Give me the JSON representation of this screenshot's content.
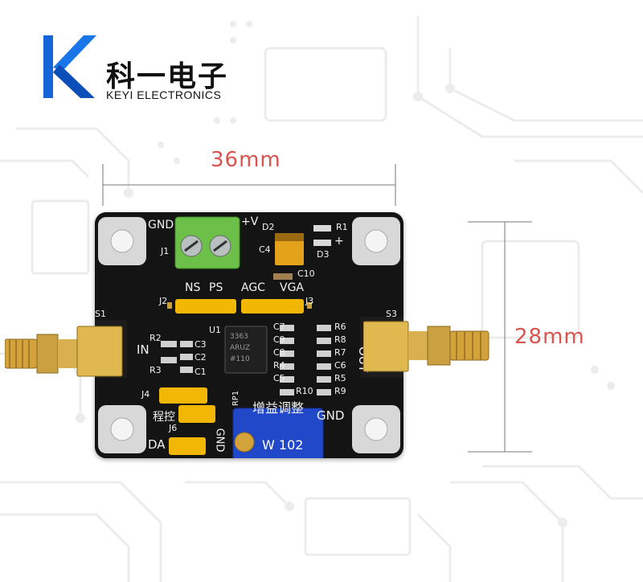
{
  "logo": {
    "cn": "科一电子",
    "en": "KEYI ELECTRONICS"
  },
  "dimensions": {
    "width": "36mm",
    "height": "28mm"
  },
  "board": {
    "title_cn": "增益调整",
    "labels": {
      "gnd_top": "GND",
      "plus_v": "+V",
      "d2": "D2",
      "r1": "R1",
      "d3": "D3",
      "plus": "+",
      "c4": "C4",
      "c10": "C10",
      "j1": "J1",
      "ns": "NS",
      "ps": "PS",
      "agc": "AGC",
      "vga": "VGA",
      "j2": "J2",
      "j3": "J3",
      "s1": "S1",
      "s3": "S3",
      "u1": "U1",
      "in": "IN",
      "out": "OUT",
      "r2": "R2",
      "r3": "R3",
      "c3": "C3",
      "c2": "C2",
      "c1": "C1",
      "c7": "C7",
      "c9": "C9",
      "c8": "C8",
      "r4": "R4",
      "c5": "C5",
      "r10": "R10",
      "r6": "R6",
      "r8": "R8",
      "r7": "R7",
      "c6": "C6",
      "r5": "R5",
      "r9": "R9",
      "j4": "J4",
      "cheng_kong": "程控",
      "rp1": "RP1",
      "j6": "J6",
      "da": "DA",
      "gnd_j6": "GND",
      "gnd_right": "GND",
      "pot_marking": "W 102",
      "chip_marking_1": "3363",
      "chip_marking_2": "ARUZ",
      "chip_marking_3": "#110"
    }
  },
  "colors": {
    "accent_red": "#d9534f",
    "logo_blue": "#1565d8",
    "board": "#141414",
    "terminal_green": "#6cc04a",
    "jumper_yellow": "#f2b705",
    "pot_blue": "#2048c8",
    "gold": "#d4a23a"
  }
}
